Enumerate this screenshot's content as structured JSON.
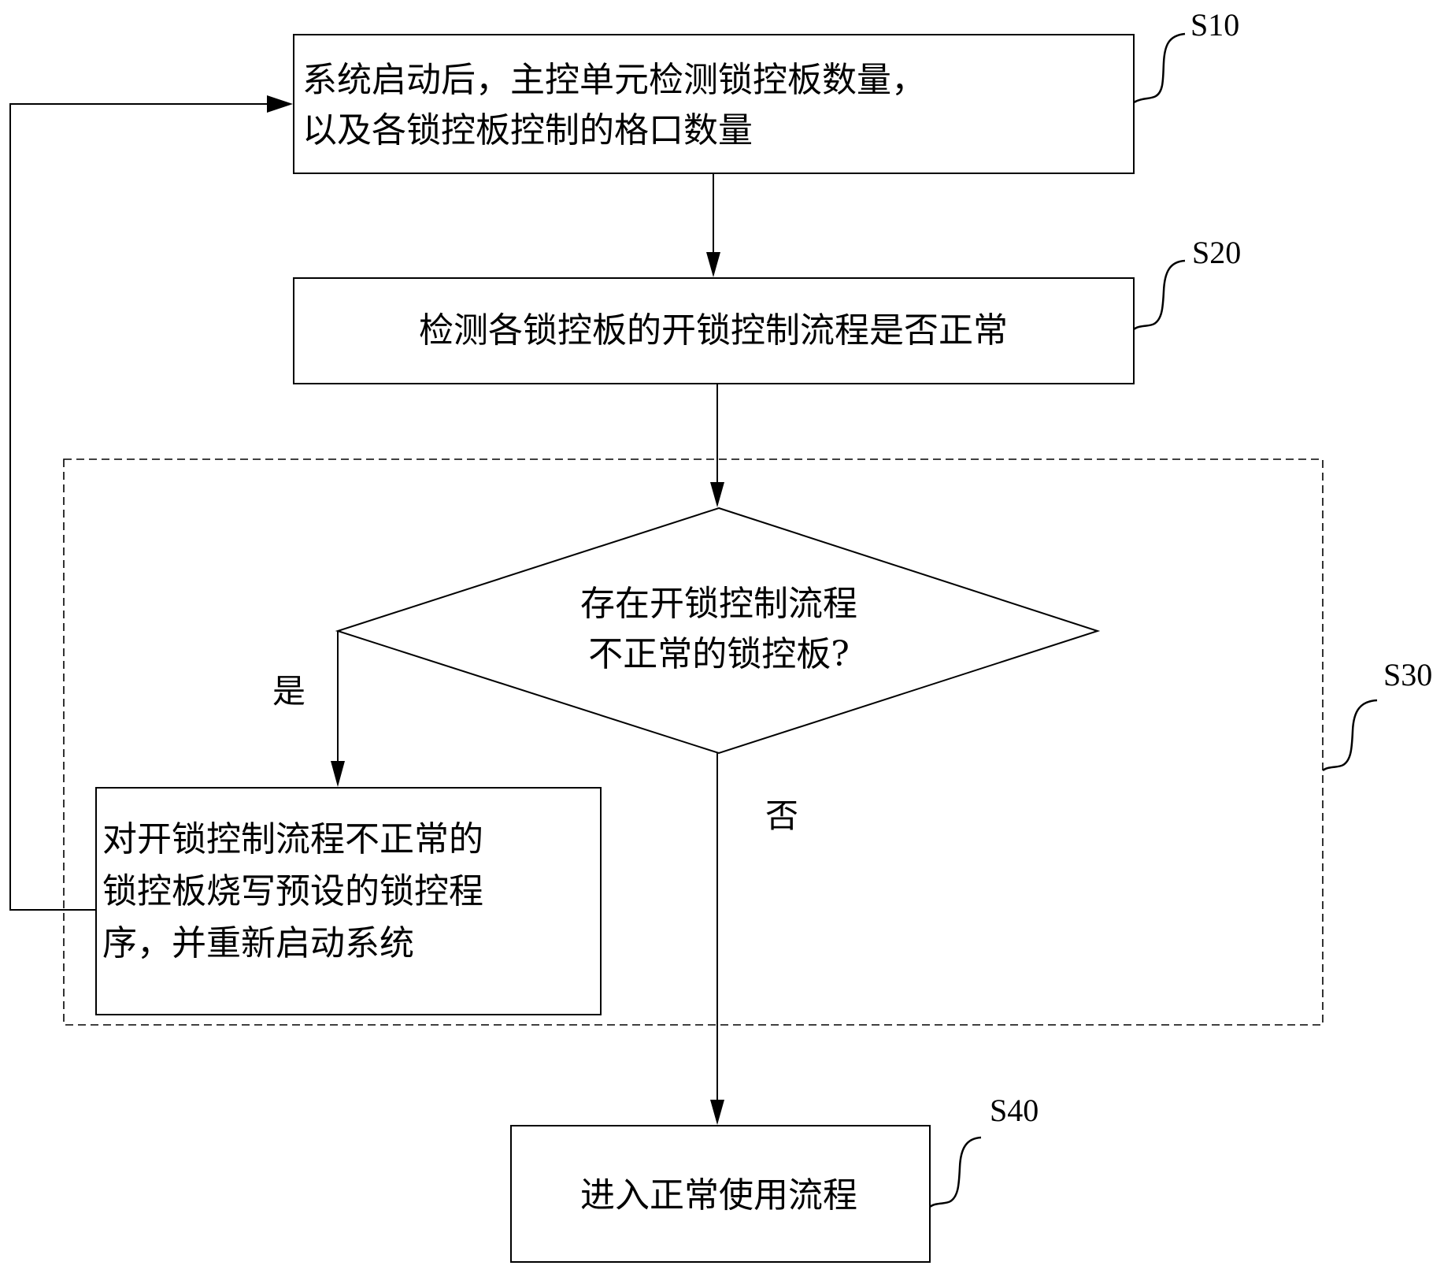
{
  "diagram": {
    "type": "flowchart",
    "steps": {
      "s10": {
        "id": "S10",
        "lines": [
          "系统启动后，主控单元检测锁控板数量，",
          "以及各锁控板控制的格口数量"
        ]
      },
      "s20": {
        "id": "S20",
        "lines": [
          "检测各锁控板的开锁控制流程是否正常"
        ]
      },
      "s30": {
        "id": "S30",
        "decision": {
          "lines": [
            "存在开锁控制流程",
            "不正常的锁控板?"
          ]
        },
        "yes_label": "是",
        "no_label": "否",
        "action": {
          "lines": [
            "对开锁控制流程不正常的",
            "锁控板烧写预设的锁控程",
            "序，并重新启动系统"
          ]
        }
      },
      "s40": {
        "id": "S40",
        "lines": [
          "进入正常使用流程"
        ]
      }
    },
    "edges": [
      {
        "from": "S10",
        "to": "S20"
      },
      {
        "from": "S20",
        "to": "S30-decision"
      },
      {
        "from": "S30-decision",
        "to": "S30-action",
        "label": "是"
      },
      {
        "from": "S30-decision",
        "to": "S40",
        "label": "否"
      },
      {
        "from": "S30-action",
        "to": "S10"
      }
    ]
  }
}
